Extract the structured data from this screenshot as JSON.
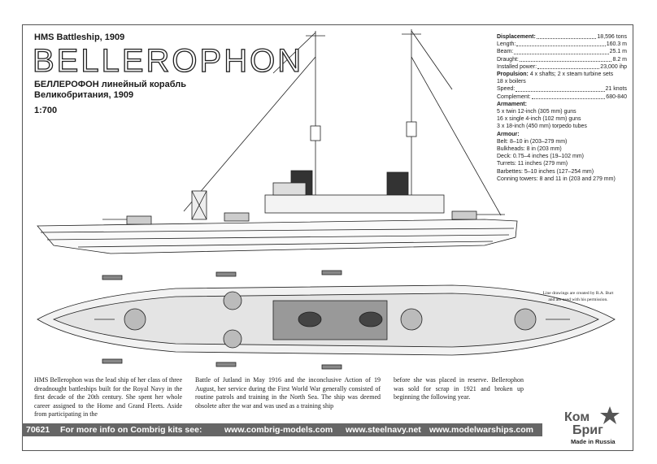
{
  "header": {
    "subtitle": "HMS Battleship, 1909",
    "title": "BELLEROPHON",
    "ru_line1": "БЕЛЛЕРОФОН линейный корабль",
    "ru_line2": "Великобритания, 1909",
    "scale": "1:700"
  },
  "specs": {
    "displacement_label": "Displacement:",
    "displacement_value": "18,596 tons",
    "length_label": "Length:",
    "length_value": "160.3 m",
    "beam_label": "Beam:",
    "beam_value": "25.1 m",
    "draught_label": "Draught:",
    "draught_value": "8.2 m",
    "power_label": "Installed power:",
    "power_value": "23,000 ihp",
    "propulsion_label": "Propulsion:",
    "propulsion_value": "4 x shafts; 2 x steam turbine sets",
    "boilers": "18 x boilers",
    "speed_label": "Speed:",
    "speed_value": "21 knots",
    "complement_label": "Complement:",
    "complement_value": "680-840",
    "armament_label": "Armament:",
    "armament_1": "5 x twin 12-inch (305 mm) guns",
    "armament_2": "16 x single 4-inch (102 mm) guns",
    "armament_3": "3 x 18-inch (450 mm) torpedo tubes",
    "armour_label": "Armour:",
    "armour_1": "Belt: 8–10 in (203–279 mm)",
    "armour_2": "Bulkheads: 8 in (203 mm)",
    "armour_3": "Deck: 0.75–4 inches (19–102 mm)",
    "armour_4": "Turrets: 11 inches (279 mm)",
    "armour_5": "Barbettes: 5–10 inches (127–254 mm)",
    "armour_6": "Conning towers: 8 and 11 in (203 and 279 mm)"
  },
  "credit": {
    "line1": "Line drawings are created by R.A. Burt",
    "line2": "and are used with his permission."
  },
  "body": {
    "col1": "HMS Bellerophon was the lead ship of her class of three dreadnought battleships built for the Royal Navy in the first decade of the 20th century. She spent her whole career assigned to the Home and Grand Fleets. Aside from participating in the",
    "col2": "Battle of Jutland in May 1916 and the inconclusive Action of 19 August, her service during the First World War generally consisted of routine patrols and training in the North Sea. The ship was deemed obsolete after the war and was used as a training ship",
    "col3": "before she was placed in reserve. Bellerophon was sold for scrap in 1921 and broken up beginning the following year."
  },
  "footer": {
    "code": "70621",
    "more_info": "For more info on Combrig kits see:",
    "site1": "www.combrig-models.com",
    "site2": "www.steelnavy.net",
    "site3": "www.modelwarships.com"
  },
  "logo": {
    "text1": "Ком",
    "text2": "Бриг",
    "made_in": "Made in Russia"
  },
  "colors": {
    "footer_bg": "#666666",
    "ink": "#1a1a1a"
  }
}
